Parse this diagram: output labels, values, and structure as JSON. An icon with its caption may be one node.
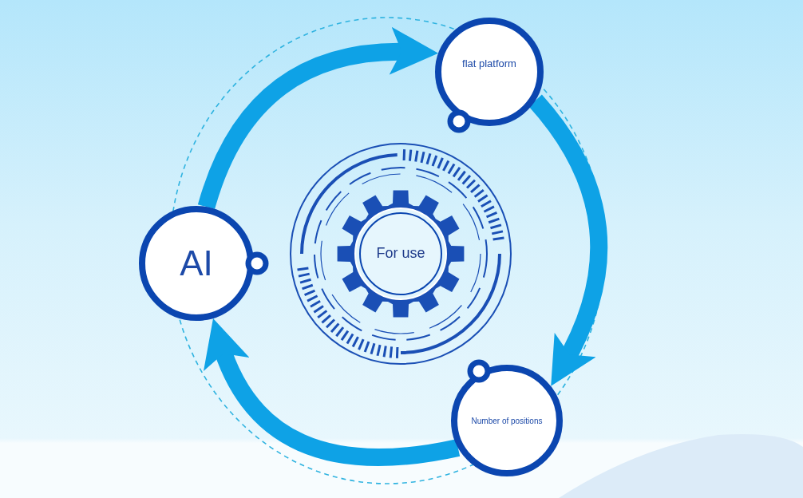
{
  "diagram": {
    "nodes": [
      {
        "text": [
          "AI"
        ]
      },
      {
        "text": [
          "flat platform"
        ]
      },
      {
        "text": [
          "Number of positions"
        ]
      },
      {
        "text": [
          "For use"
        ]
      }
    ],
    "edges": [
      {
        "from": 0,
        "to": 1,
        "arrow": "to"
      },
      {
        "from": 1,
        "to": 2,
        "arrow": "to"
      },
      {
        "from": 2,
        "to": 0,
        "arrow": "to"
      }
    ]
  }
}
